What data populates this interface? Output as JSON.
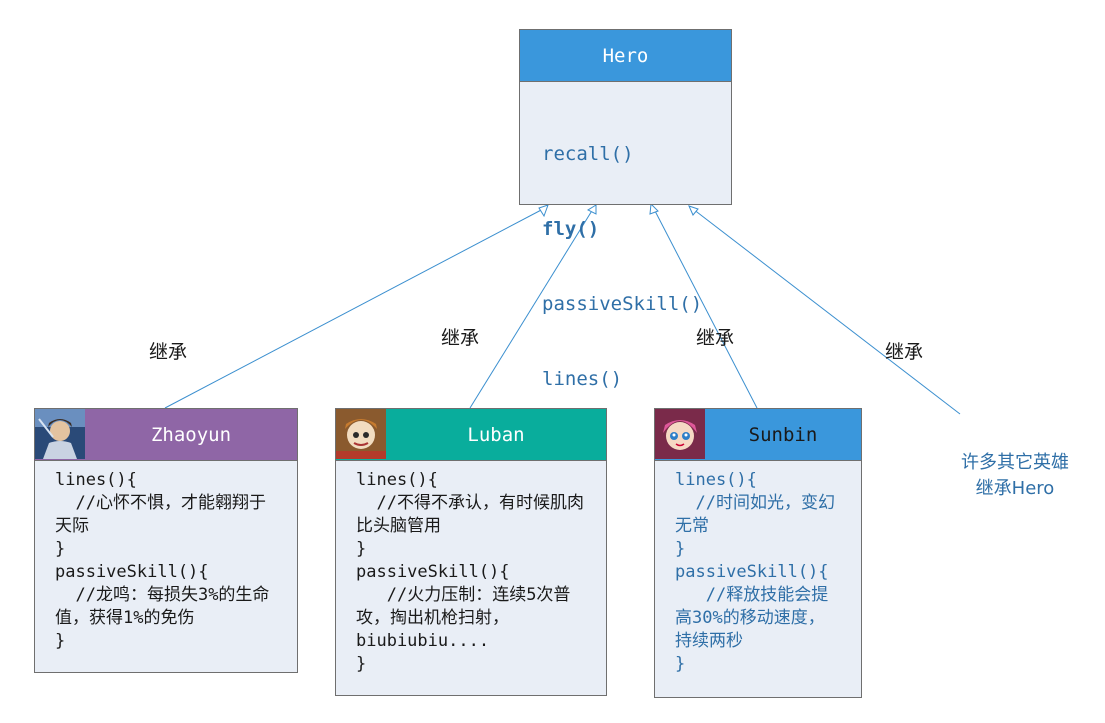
{
  "hero": {
    "title": "Hero",
    "methods": [
      "recall()",
      "fly()",
      "passiveSkill()",
      "lines()"
    ]
  },
  "inherit_label": "继承",
  "zhaoyun": {
    "name": "Zhaoyun",
    "code": "lines(){\n  //心怀不惧，才能翱翔于天际\n}\npassiveSkill(){\n  //龙鸣：每损失3%的生命值，获得1%的免伤\n}"
  },
  "luban": {
    "name": "Luban",
    "code": "lines(){\n  //不得不承认，有时候肌肉比头脑管用\n}\npassiveSkill(){\n   //火力压制：连续5次普攻，掏出机枪扫射，biubiubiu....\n}"
  },
  "sunbin": {
    "name": "Sunbin",
    "code": "lines(){\n  //时间如光，变幻无常\n}\npassiveSkill(){\n   //释放技能会提高30%的移动速度，持续两秒\n}"
  },
  "note": {
    "line1": "许多其它英雄",
    "line2": "继承Hero"
  },
  "colors": {
    "hero_header": "#3a97dc",
    "zhaoyun_header": "#8f66a6",
    "luban_header": "#09ad9c",
    "sunbin_header": "#3a97dc",
    "connector": "#3b8fcf"
  }
}
